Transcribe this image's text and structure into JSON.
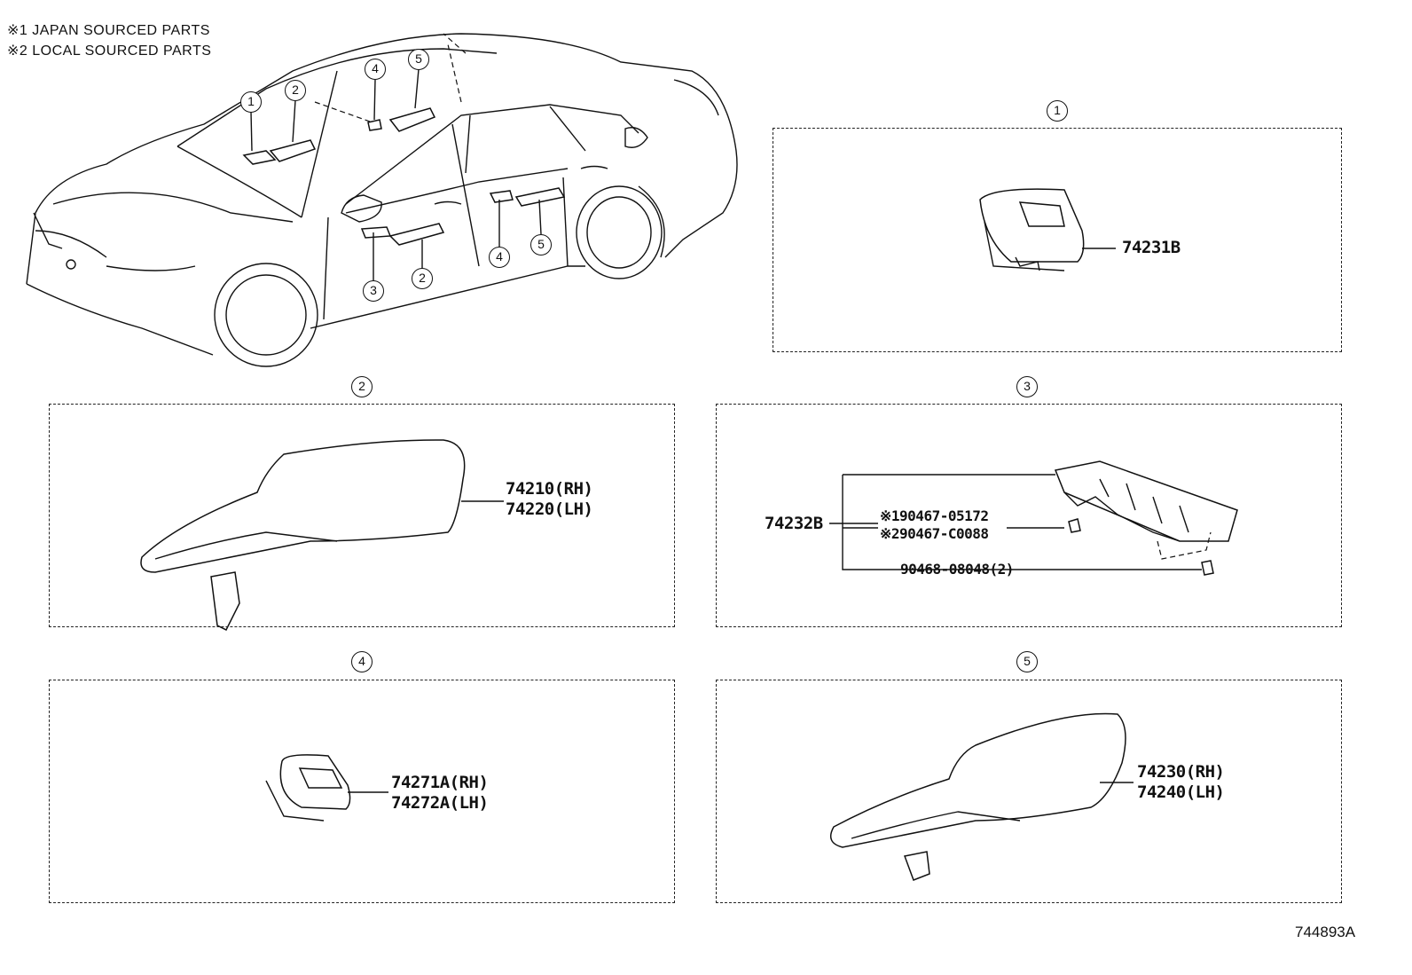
{
  "notes": [
    "※1 JAPAN SOURCED PARTS",
    "※2 LOCAL SOURCED PARTS"
  ],
  "overview_callouts": [
    "1",
    "2",
    "4",
    "5",
    "3",
    "2",
    "4",
    "5"
  ],
  "panels": [
    {
      "id": "1",
      "parts": [
        "74231B"
      ]
    },
    {
      "id": "2",
      "parts": [
        "74210(RH)",
        "74220(LH)"
      ]
    },
    {
      "id": "3",
      "main_part": "74232B",
      "parts": [
        "※190467-05172",
        "※290467-C0088",
        "90468-08048(2)"
      ]
    },
    {
      "id": "4",
      "parts": [
        "74271A(RH)",
        "74272A(LH)"
      ]
    },
    {
      "id": "5",
      "parts": [
        "74230(RH)",
        "74240(LH)"
      ]
    }
  ],
  "diagram_ref": "744893A"
}
